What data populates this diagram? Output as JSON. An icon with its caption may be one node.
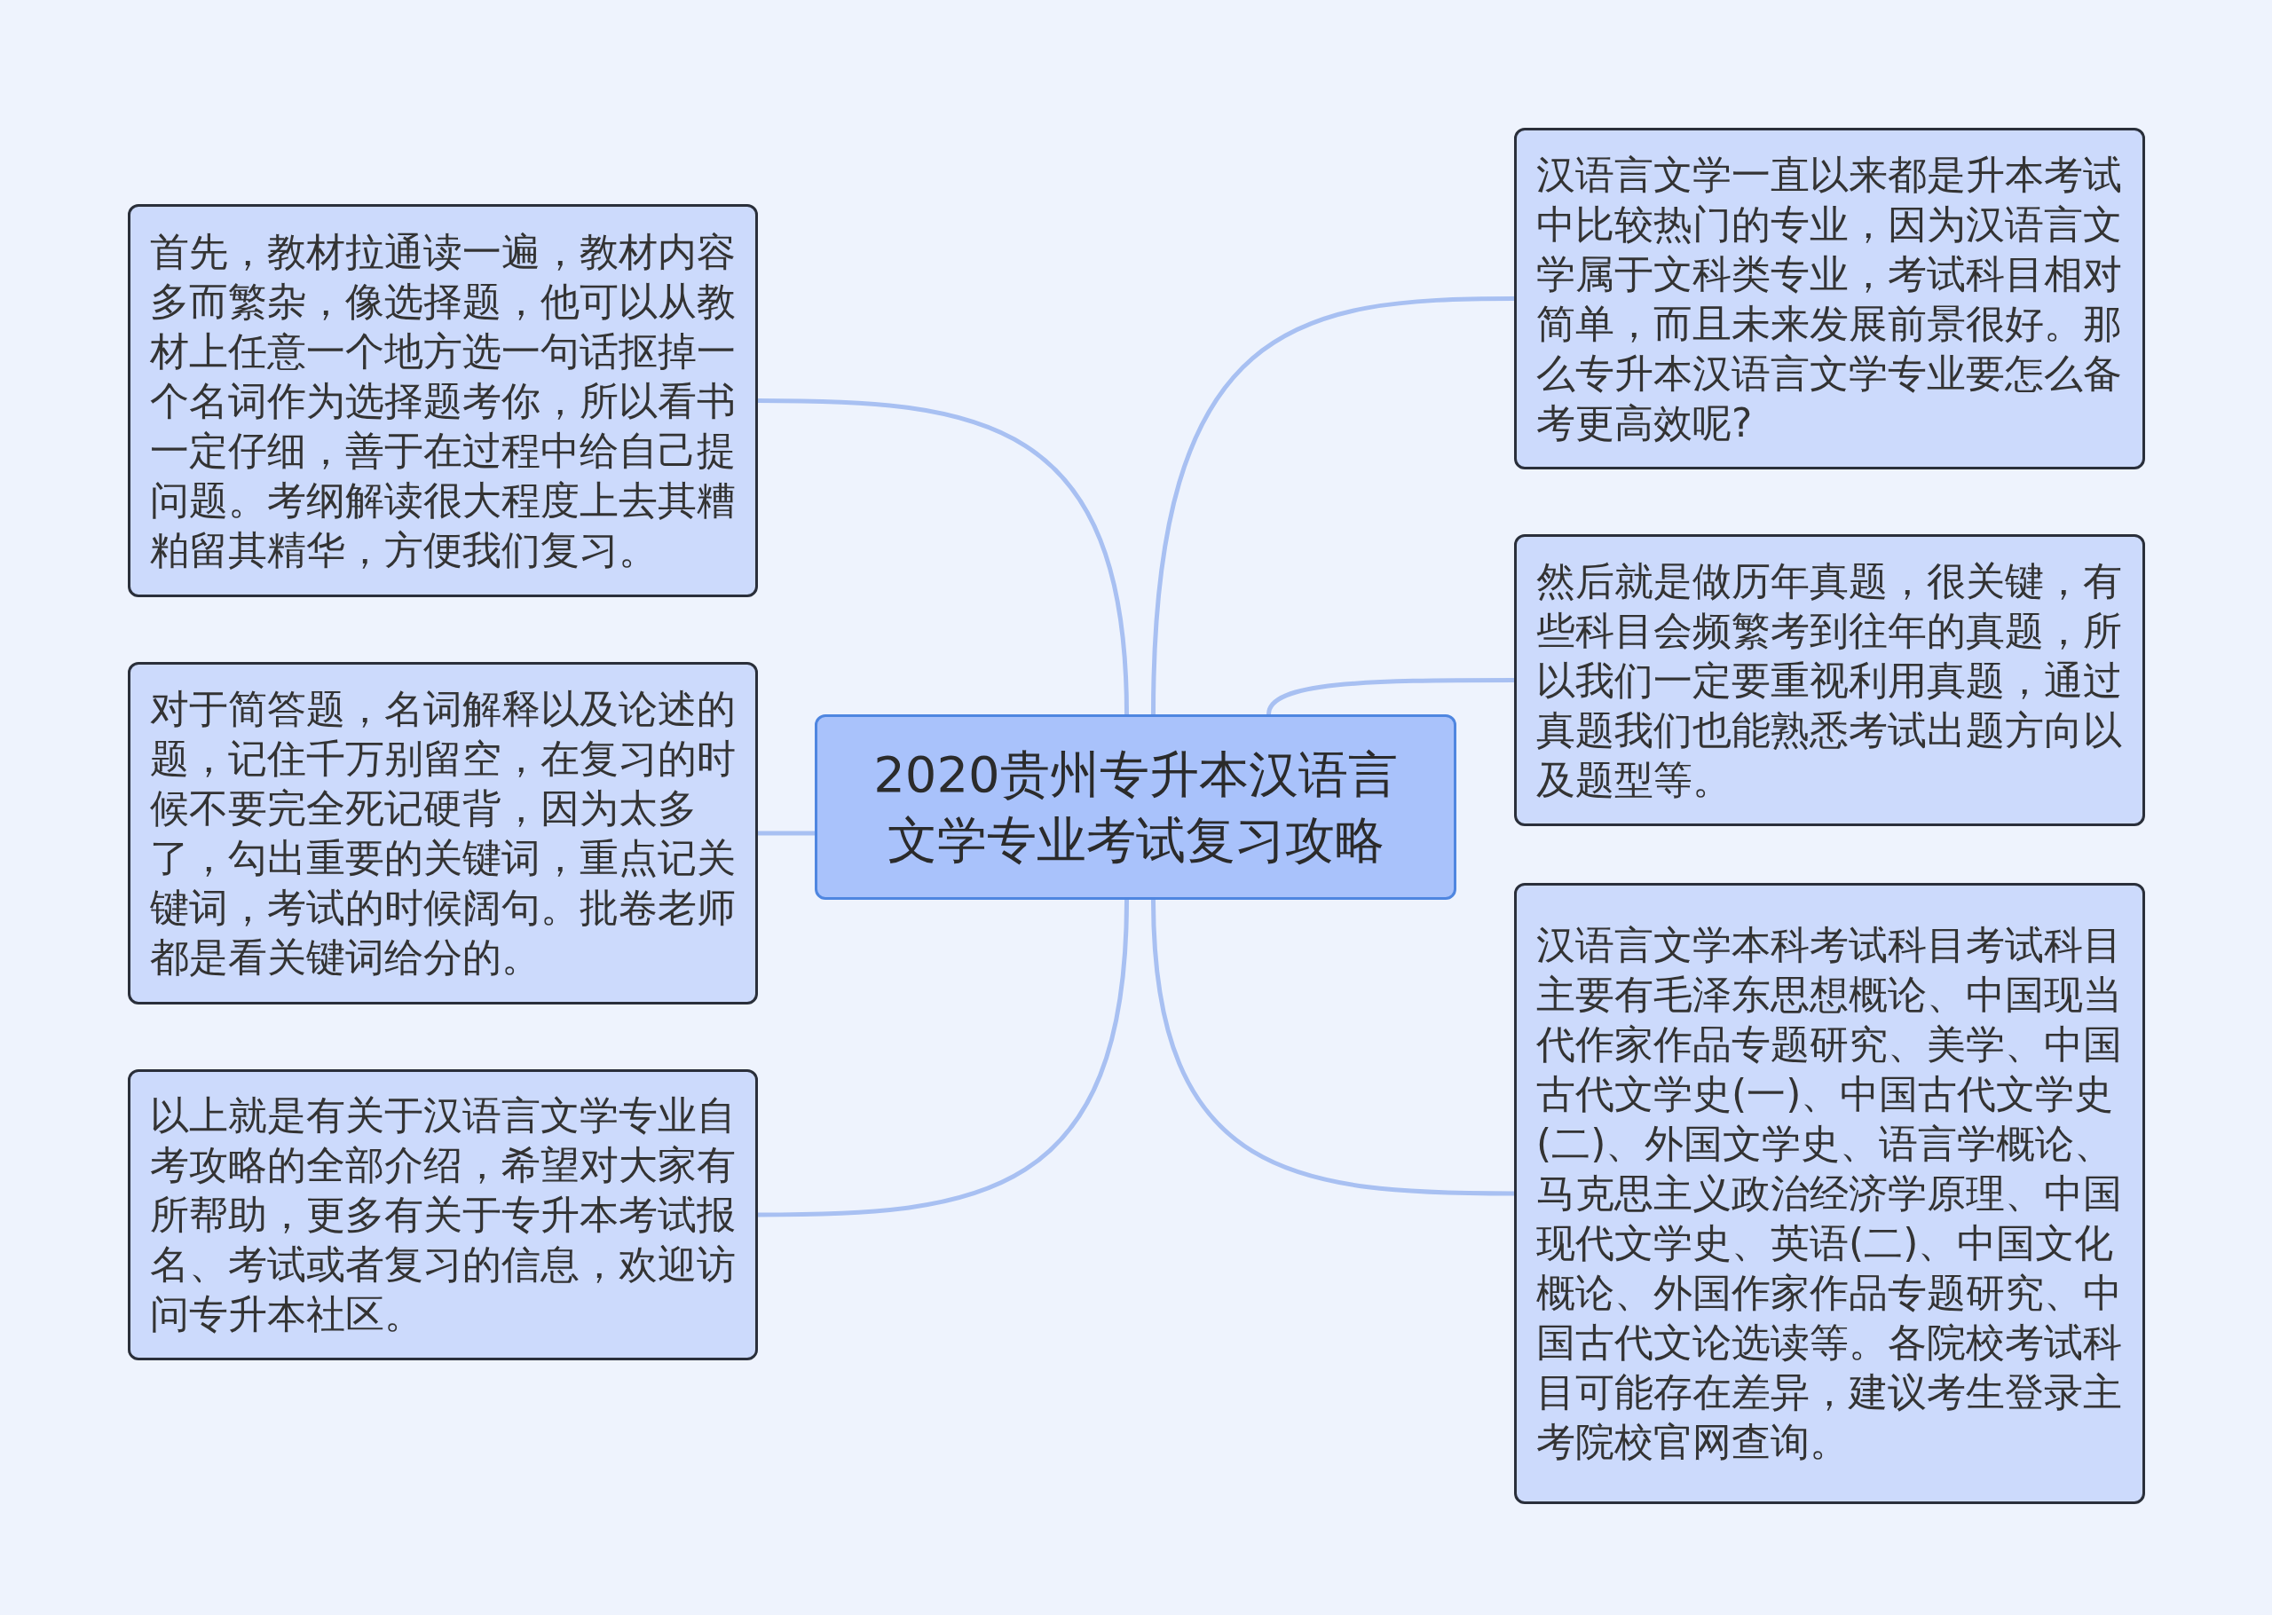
{
  "diagram": {
    "nodes": [
      {
        "text": [
          "2020贵州专升本汉语言文学专业考试复习攻略"
        ]
      },
      {
        "text": [
          "首先，教材拉通读一遍，教材内容多而繁杂，像选择题，他可以从教材上任意一个地方选一句话抠掉一个名词作为选择题考你，所以看书一定仔细，善于在过程中给自己提问题。考纲解读很大程度上去其糟粕留其精华，方便我们复习。"
        ]
      },
      {
        "text": [
          "对于简答题，名词解释以及论述的题，记住千万别留空，在复习的时候不要完全死记硬背，因为太多了，勾出重要的关键词，重点记关键词，考试的时候阔句。批卷老师都是看关键词给分的。"
        ]
      },
      {
        "text": [
          "以上就是有关于汉语言文学专业自考攻略的全部介绍，希望对大家有所帮助，更多有关于专升本考试报名、考试或者复习的信息，欢迎访问专升本社区。"
        ]
      },
      {
        "text": [
          "汉语言文学一直以来都是升本考试中比较热门的专业，因为汉语言文学属于文科类专业，考试科目相对简单，而且未来发展前景很好。那么专升本汉语言文学专业要怎么备考更高效呢?"
        ]
      },
      {
        "text": [
          "然后就是做历年真题，很关键，有些科目会频繁考到往年的真题，所以我们一定要重视利用真题，通过真题我们也能熟悉考试出题方向以及题型等。"
        ]
      },
      {
        "text": [
          "汉语言文学本科考试科目考试科目主要有毛泽东思想概论、中国现当代作家作品专题研究、美学、中国古代文学史(一)、中国古代文学史(二)、外国文学史、语言学概论、马克思主义政治经济学原理、中国现代文学史、英语(二)、中国文化概论、外国作家作品专题研究、中国古代文论选读等。各院校考试科目可能存在差异，建议考生登录主考院校官网查询。"
        ]
      }
    ],
    "edges": [
      {
        "from": 0,
        "to": 1,
        "arrow": "none"
      },
      {
        "from": 0,
        "to": 2,
        "arrow": "none"
      },
      {
        "from": 0,
        "to": 3,
        "arrow": "none"
      },
      {
        "from": 0,
        "to": 4,
        "arrow": "none"
      },
      {
        "from": 0,
        "to": 5,
        "arrow": "none"
      },
      {
        "from": 0,
        "to": 6,
        "arrow": "none"
      }
    ]
  }
}
